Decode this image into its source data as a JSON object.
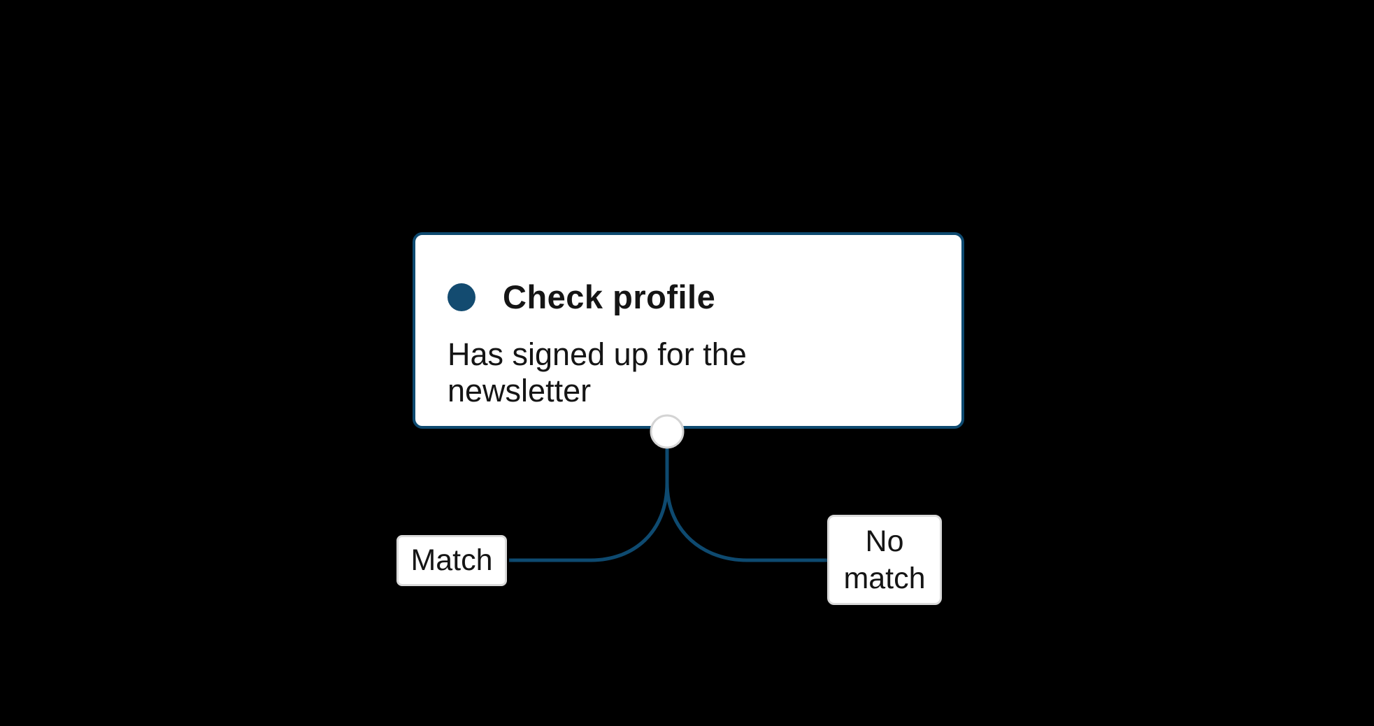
{
  "canvas": {
    "background": "#000000"
  },
  "node": {
    "title": "Check profile",
    "description": "Has signed up for the newsletter",
    "icon": "condition-circle-icon"
  },
  "branches": [
    {
      "label": "Match"
    },
    {
      "label": "No match"
    }
  ],
  "colors": {
    "accent_navy": "#0e4a70",
    "icon_navy": "#134b70",
    "node_background": "#ffffff",
    "node_border": "#0e4a70",
    "edge": "#0e4a70",
    "port_fill": "#ffffff",
    "port_border": "#d4d4d4",
    "label_border": "#dadada",
    "text": "#151515"
  }
}
